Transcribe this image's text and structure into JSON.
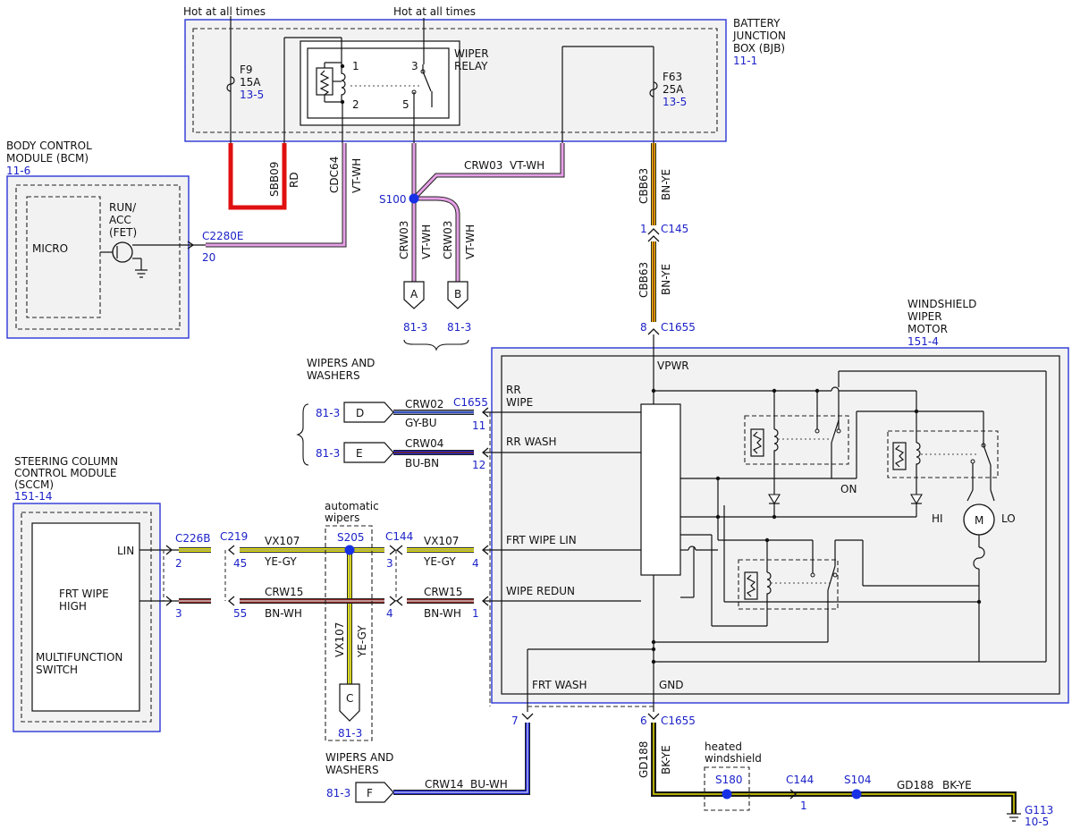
{
  "sources": {
    "hot1": "Hot at all times",
    "hot2": "Hot at all times"
  },
  "bjb": {
    "title_line1": "BATTERY",
    "title_line2": "JUNCTION",
    "title_line3": "BOX (BJB)",
    "ref": "11-1",
    "f9_name": "F9",
    "f9_amp": "15A",
    "f9_ref": "13-5",
    "f63_name": "F63",
    "f63_amp": "25A",
    "f63_ref": "13-5",
    "relay_line1": "WIPER",
    "relay_line2": "RELAY",
    "pin1": "1",
    "pin2": "2",
    "pin3": "3",
    "pin5": "5"
  },
  "bcm": {
    "title_line1": "BODY CONTROL",
    "title_line2": "MODULE (BCM)",
    "ref": "11-6",
    "micro": "MICRO",
    "fet_line1": "RUN/",
    "fet_line2": "ACC",
    "fet_line3": "(FET)",
    "connector": "C2280E",
    "pin": "20"
  },
  "wires": {
    "sbb09": "SBB09",
    "rd": "RD",
    "cdc64": "CDC64",
    "vtwh_1": "VT-WH",
    "crw03_top": "CRW03",
    "vtwh_top": "VT-WH",
    "crw03_a": "CRW03",
    "vtwh_a": "VT-WH",
    "crw03_b": "CRW03",
    "vtwh_b": "VT-WH",
    "cbb63_1": "CBB63",
    "bnye_1": "BN-YE",
    "cbb63_2": "CBB63",
    "bnye_2": "BN-YE",
    "crw02": "CRW02",
    "gybu": "GY-BU",
    "crw04": "CRW04",
    "bubn": "BU-BN",
    "vx107_l": "VX107",
    "yegy_l": "YE-GY",
    "vx107_r": "VX107",
    "yegy_r": "YE-GY",
    "crw15_l": "CRW15",
    "bnwh_l": "BN-WH",
    "crw15_r": "CRW15",
    "bnwh_r": "BN-WH",
    "vx107_v": "VX107",
    "yegy_v": "YE-GY",
    "crw14": "CRW14",
    "buwh": "BU-WH",
    "gd188_v": "GD188",
    "bkye_v": "BK-YE",
    "gd188_h": "GD188",
    "bkye_h": "BK-YE"
  },
  "splices": {
    "s100": "S100",
    "s205": "S205",
    "s180": "S180",
    "s104": "S104"
  },
  "connectors": {
    "c145": "C145",
    "c145_pin": "1",
    "c1655_top": "C1655",
    "c1655_top_pin": "8",
    "c1655_rr": "C1655",
    "c1655_rr_pin": "11",
    "c1655_rrwash_pin": "12",
    "c1655_bot": "C1655",
    "c1655_bot_pin": "6",
    "frtwash_pin": "7",
    "c226b": "C226B",
    "c226b_pin1": "2",
    "c226b_pin2": "3",
    "c219": "C219",
    "c219_pin1": "45",
    "c219_pin2": "55",
    "c144": "C144",
    "c144_pin1": "3",
    "c144_pin2": "4",
    "motor_pin_lin": "4",
    "motor_pin_redun": "1",
    "c144_gnd": "C144",
    "c144_gnd_pin": "1"
  },
  "offpage": {
    "a": "A",
    "b": "B",
    "a_ref": "81-3",
    "b_ref": "81-3",
    "d": "D",
    "e": "E",
    "d_ref": "81-3",
    "e_ref": "81-3",
    "c": "C",
    "c_ref": "81-3",
    "f": "F",
    "f_ref": "81-3"
  },
  "labels": {
    "wipers_washers_1a": "WIPERS AND",
    "wipers_washers_1b": "WASHERS",
    "wipers_washers_2a": "WIPERS AND",
    "wipers_washers_2b": "WASHERS",
    "automatic_a": "automatic",
    "automatic_b": "wipers",
    "heated_a": "heated",
    "heated_b": "windshield"
  },
  "sccm": {
    "title_line1": "STEERING COLUMN",
    "title_line2": "CONTROL MODULE",
    "title_line3": "(SCCM)",
    "ref": "151-14",
    "lin": "LIN",
    "frt_line1": "FRT WIPE",
    "frt_line2": "HIGH",
    "mf_line1": "MULTIFUNCTION",
    "mf_line2": "SWITCH"
  },
  "motor": {
    "title_line1": "WINDSHIELD",
    "title_line2": "WIPER",
    "title_line3": "MOTOR",
    "ref": "151-4",
    "vpwr": "VPWR",
    "rr_line1": "RR",
    "rr_line2": "WIPE",
    "rr_wash": "RR WASH",
    "frt_wipe_lin": "FRT WIPE LIN",
    "wipe_redun": "WIPE REDUN",
    "frt_wash": "FRT WASH",
    "gnd": "GND",
    "on": "ON",
    "hi": "HI",
    "lo": "LO",
    "m": "M"
  },
  "ground": {
    "name": "G113",
    "ref": "10-5"
  }
}
